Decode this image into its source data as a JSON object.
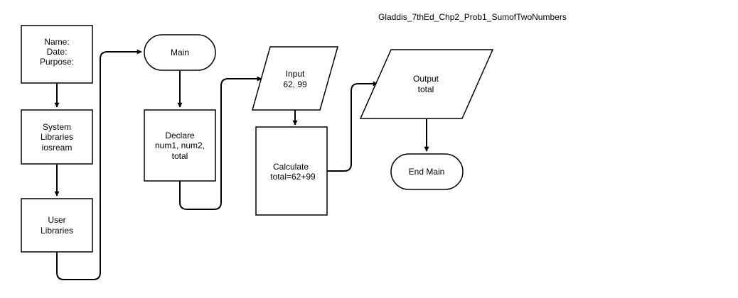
{
  "title": "Gladdis_7thEd_Chp2_Prob1_SumofTwoNumbers",
  "nodes": {
    "header": {
      "line1": "Name:",
      "line2": "Date:",
      "line3": "Purpose:"
    },
    "system_libs": {
      "line1": "System",
      "line2": "Libraries",
      "line3": "iosream"
    },
    "user_libs": {
      "line1": "User",
      "line2": "Libraries"
    },
    "main": {
      "line1": "Main"
    },
    "declare": {
      "line1": "Declare",
      "line2": "num1, num2,",
      "line3": "total"
    },
    "input": {
      "line1": "Input",
      "line2": "62, 99"
    },
    "calculate": {
      "line1": "Calculate",
      "line2": "total=62+99"
    },
    "output": {
      "line1": "Output",
      "line2": "total"
    },
    "end_main": {
      "line1": "End Main"
    }
  },
  "edges": [
    {
      "from": "header",
      "to": "system_libs"
    },
    {
      "from": "system_libs",
      "to": "user_libs"
    },
    {
      "from": "user_libs",
      "to": "main"
    },
    {
      "from": "main",
      "to": "declare"
    },
    {
      "from": "declare",
      "to": "input"
    },
    {
      "from": "input",
      "to": "calculate"
    },
    {
      "from": "calculate",
      "to": "output"
    },
    {
      "from": "output",
      "to": "end_main"
    }
  ]
}
